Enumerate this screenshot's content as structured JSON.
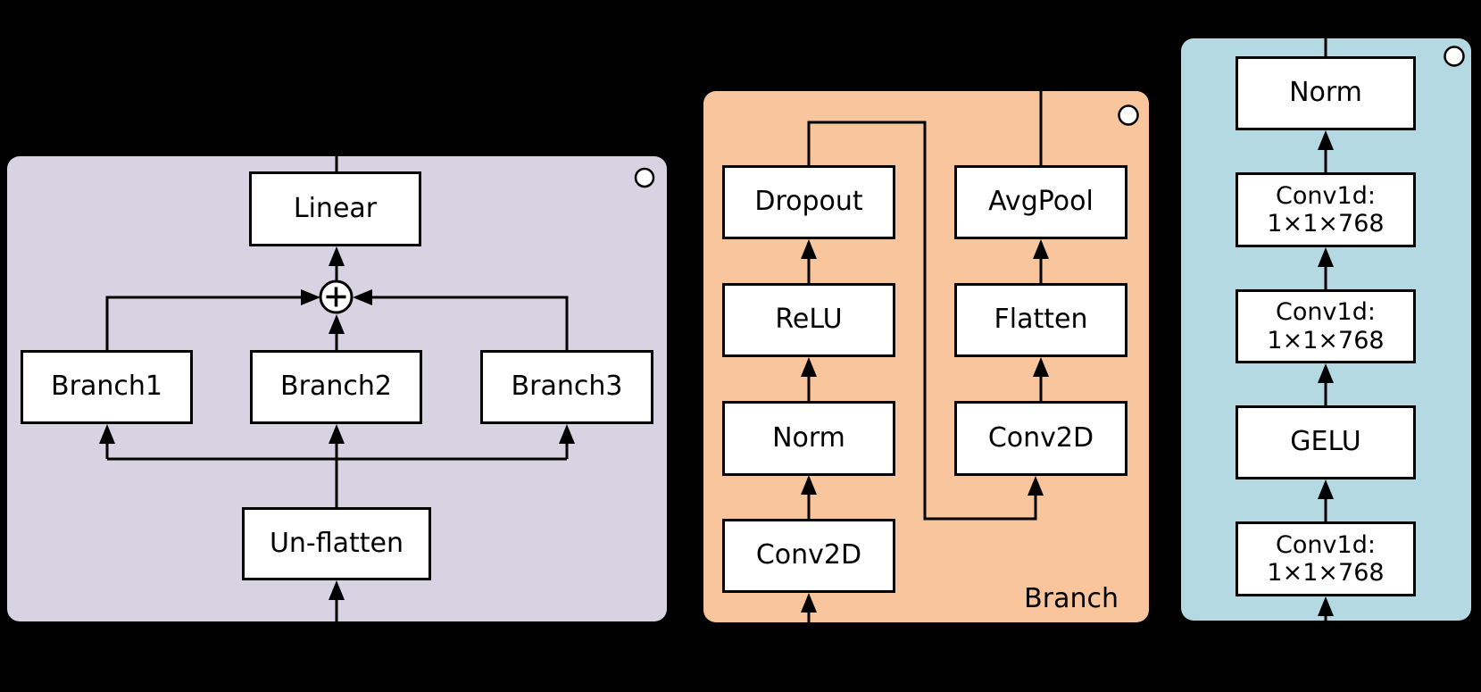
{
  "colors": {
    "background": "#000000",
    "panel_left_bg": "#d8d3e2",
    "panel_middle_bg": "#f8c59c",
    "panel_right_bg": "#b4d9e3",
    "box_bg": "#ffffff",
    "line": "#000000"
  },
  "icons": {
    "sum_icon": "⊕",
    "port_icon": "circle"
  },
  "panels": {
    "left": {
      "nodes": {
        "linear": "Linear",
        "branch1": "Branch1",
        "branch2": "Branch2",
        "branch3": "Branch3",
        "unflatten": "Un-flatten"
      }
    },
    "middle": {
      "label": "Branch",
      "nodes": {
        "dropout": "Dropout",
        "relu": "ReLU",
        "norm": "Norm",
        "conv2d_left": "Conv2D",
        "avgpool": "AvgPool",
        "flatten": "Flatten",
        "conv2d_right": "Conv2D"
      }
    },
    "right": {
      "nodes": {
        "norm": "Norm",
        "conv1d_top": "Conv1d:\n1×1×768",
        "conv1d_mid": "Conv1d:\n1×1×768",
        "gelu": "GELU",
        "conv1d_bottom": "Conv1d:\n1×1×768"
      }
    }
  }
}
